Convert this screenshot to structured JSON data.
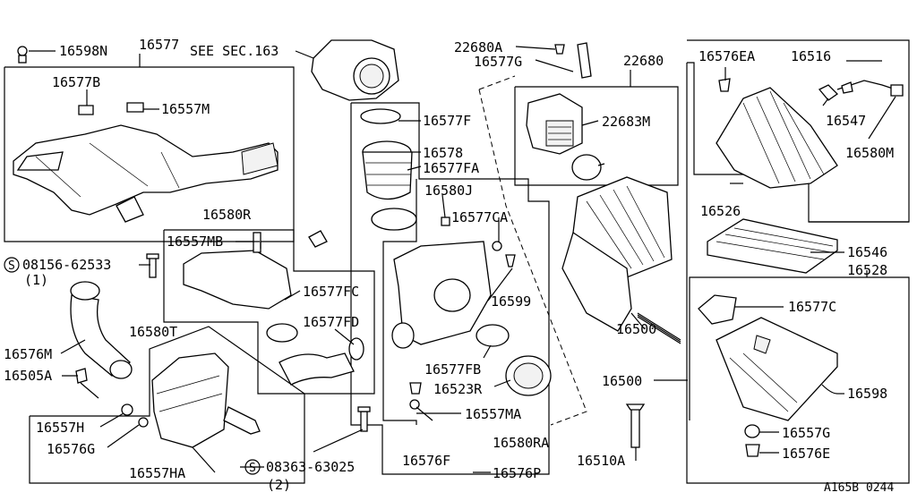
{
  "labels": {
    "p16598N": "16598N",
    "p16577": "16577",
    "see_sec": "SEE SEC.163",
    "p16577B": "16577B",
    "p16557M": "16557M",
    "p16580R": "16580R",
    "p16557MB": "16557MB",
    "p08156": "08156-62533",
    "p08156_qty": "(1)",
    "p16577FC": "16577FC",
    "p16577FD": "16577FD",
    "p16576M": "16576M",
    "p16580T": "16580T",
    "p16505A": "16505A",
    "p16557H": "16557H",
    "p16576G": "16576G",
    "p16557HA": "16557HA",
    "p08363": "08363-63025",
    "p08363_qty": "(2)",
    "p16577F": "16577F",
    "p16578": "16578",
    "p16577FA": "16577FA",
    "p16580J": "16580J",
    "p16577CA": "16577CA",
    "p16599": "16599",
    "p16577FB": "16577FB",
    "p16523R": "16523R",
    "p16557MA": "16557MA",
    "p16580RA": "16580RA",
    "p16576F": "16576F",
    "p16576P": "16576P",
    "p22680A": "22680A",
    "p16577G": "16577G",
    "p22680": "22680",
    "p22683M": "22683M",
    "p16500a": "16500",
    "p16500b": "16500",
    "p16510A": "16510A",
    "p16576EA": "16576EA",
    "p16516": "16516",
    "p16547": "16547",
    "p16580M": "16580M",
    "p16526": "16526",
    "p16546": "16546",
    "p16528": "16528",
    "p16577C": "16577C",
    "p16598": "16598",
    "p16557G": "16557G",
    "p16576E": "16576E",
    "s_mark": "S",
    "figure_code": "A165B 0244"
  }
}
